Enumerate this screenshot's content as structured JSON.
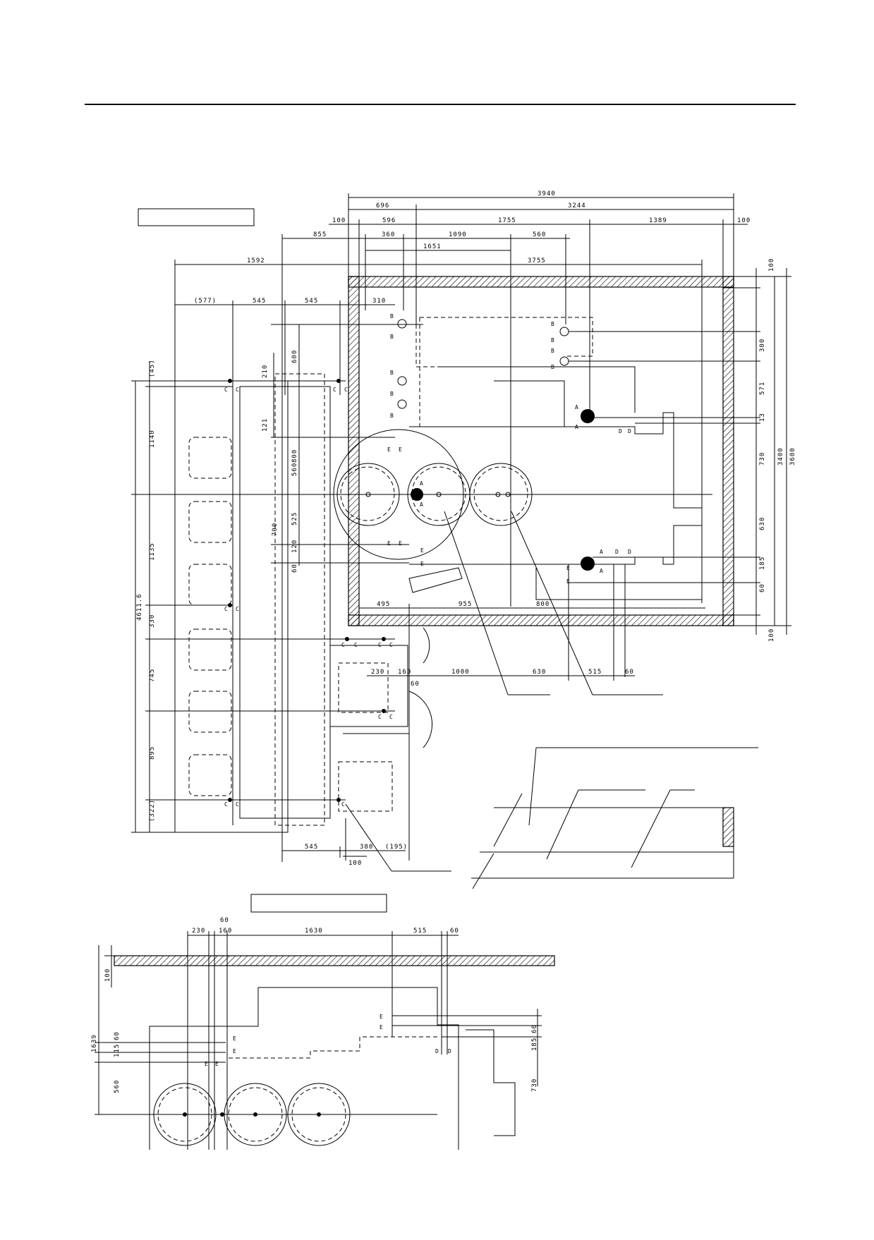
{
  "plan": {
    "top_dims": {
      "d3940": "3940",
      "d696": "696",
      "d3244": "3244",
      "d100a": "100",
      "d596": "596",
      "d1755": "1755",
      "d1389": "1389",
      "d100b": "100",
      "d855": "855",
      "d360": "360",
      "d1090": "1090",
      "d560": "560",
      "d1651": "1651",
      "d1592": "1592",
      "d3755": "3755",
      "d577": "(577)",
      "d545a": "545",
      "d545b": "545",
      "d310": "310"
    },
    "left_dims": {
      "d45": "(45)",
      "d1140": "1140",
      "d1135": "1135",
      "d330": "330",
      "d745": "745",
      "d895": "895",
      "d322": "(322)",
      "d4611": "4611.6"
    },
    "inner_left_dims": {
      "d600": "600",
      "d210": "210",
      "d121": "121",
      "d800": "800",
      "d560": "560",
      "d525": "525",
      "d700": "700",
      "d120": "120",
      "d60": "60"
    },
    "right_dims": {
      "d100a": "100",
      "d300": "300",
      "d571": "571",
      "d13": "13",
      "d730": "730",
      "d630": "630",
      "d185": "185",
      "d60": "60",
      "d100b": "100",
      "d3400": "3400",
      "d3600": "3600"
    },
    "bottom_dims": {
      "d495": "495",
      "d955": "955",
      "d800": "800",
      "d230": "230",
      "d160": "160",
      "d60a": "60",
      "d1000": "1000",
      "d630": "630",
      "d515": "515",
      "d60b": "60",
      "d545": "545",
      "d380": "380",
      "d195": "(195)",
      "d100": "100"
    }
  },
  "elevation": {
    "dims": {
      "d60top": "60",
      "d230": "230",
      "d160": "160",
      "d1630": "1630",
      "d515": "515",
      "d60b": "60",
      "d100": "100",
      "d1639": "1639",
      "d60l": "60",
      "d115": "115",
      "d560": "560",
      "d60r": "60",
      "d185": "185",
      "d730": "730"
    }
  },
  "markers": {
    "A": "A",
    "B": "B",
    "C": "C",
    "D": "D",
    "E": "E"
  }
}
